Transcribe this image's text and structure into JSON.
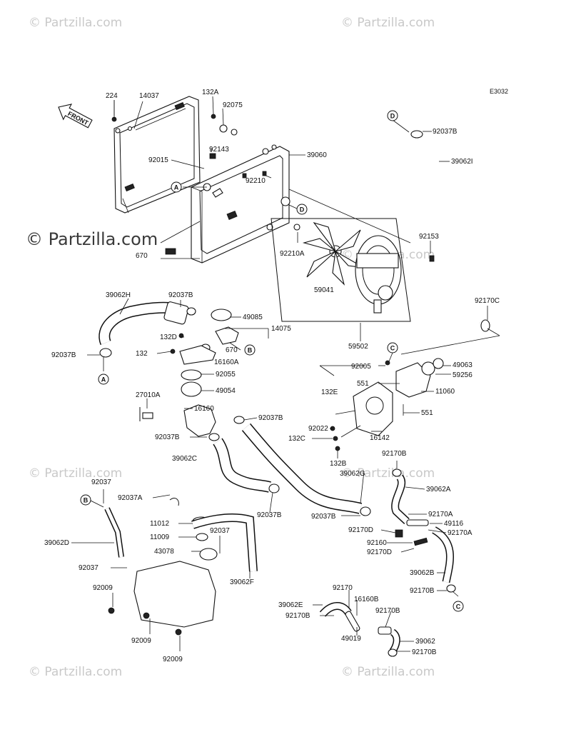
{
  "diagram_code": "E3032",
  "front_label": "FRONT",
  "watermarks": {
    "small": "© Partzilla.com",
    "large": "© Partzilla.com"
  },
  "callouts": [
    "A",
    "B",
    "C",
    "D"
  ],
  "parts": {
    "p224": "224",
    "p14037": "14037",
    "p132A": "132A",
    "p92075": "92075",
    "p92143": "92143",
    "p92015": "92015",
    "p39060": "39060",
    "p92210": "92210",
    "p92037B_top": "92037B",
    "p39062I": "39062I",
    "p92153": "92153",
    "p92210A": "92210A",
    "p59041": "59041",
    "p92170C": "92170C",
    "p670_top": "670",
    "p59502": "59502",
    "p39062H": "39062H",
    "p92037B_a": "92037B",
    "p49085": "49085",
    "p14075": "14075",
    "p132D": "132D",
    "p132": "132",
    "p670": "670",
    "p16160A": "16160A",
    "p92037B_b": "92037B",
    "p92055": "92055",
    "p49054": "49054",
    "p27010A": "27010A",
    "p16160": "16160",
    "p92037B_c": "92037B",
    "p92037B_d": "92037B",
    "p39062C": "39062C",
    "p92005": "92005",
    "p49063": "49063",
    "p59256": "59256",
    "p551_a": "551",
    "p11060": "11060",
    "p132E": "132E",
    "p551_b": "551",
    "p92022": "92022",
    "p132C": "132C",
    "p16142": "16142",
    "p132B": "132B",
    "p92170B_a": "92170B",
    "p39062G": "39062G",
    "p39062A": "39062A",
    "p92037B_e": "92037B",
    "p92037B_f": "92037B",
    "p92170A_a": "92170A",
    "p49116": "49116",
    "p92170D_a": "92170D",
    "p92170A_b": "92170A",
    "p92160": "92160",
    "p92170D_b": "92170D",
    "p39062B": "39062B",
    "p92170B_b": "92170B",
    "p92037_a": "92037",
    "p92037A": "92037A",
    "p11012": "11012",
    "p11009": "11009",
    "p92037_b": "92037",
    "p43078": "43078",
    "p39062D": "39062D",
    "p92037_c": "92037",
    "p39062F": "39062F",
    "p92009_a": "92009",
    "p92009_b": "92009",
    "p92009_c": "92009",
    "p92170": "92170",
    "p39062E": "39062E",
    "p16160B": "16160B",
    "p92170B_c": "92170B",
    "p92170B_d": "92170B",
    "p49019": "49019",
    "p39062": "39062",
    "p92170B_e": "92170B"
  }
}
